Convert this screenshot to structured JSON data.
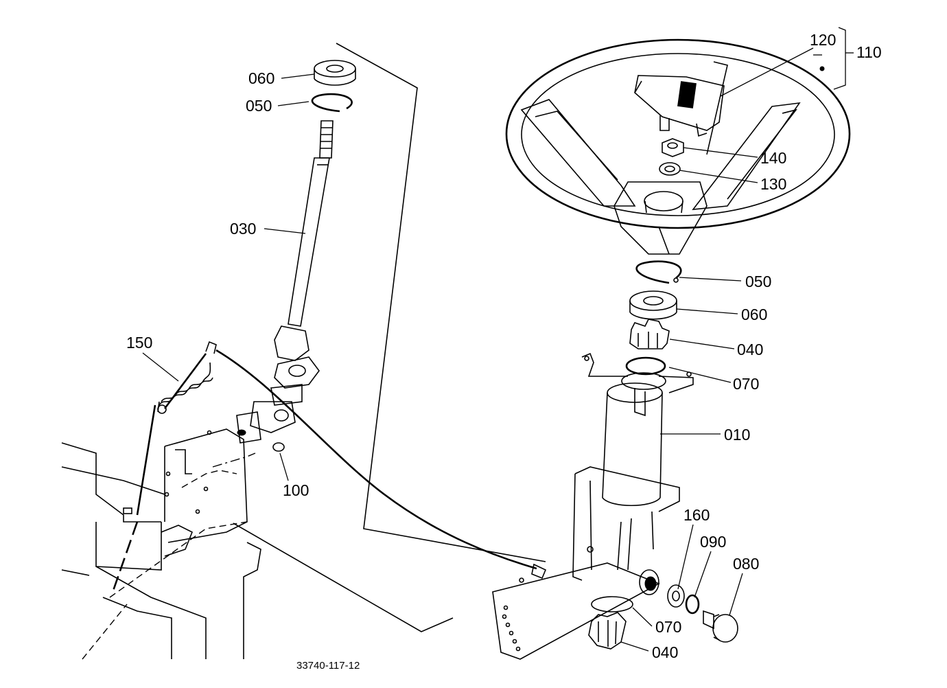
{
  "diagram": {
    "drawing_number": "33740-117-12",
    "callouts": {
      "p110": "110",
      "p120": "120",
      "p140": "140",
      "p130": "130",
      "p050_right": "050",
      "p060_right": "060",
      "p040_top": "040",
      "p070_top": "070",
      "p010": "010",
      "p160": "160",
      "p090": "090",
      "p080": "080",
      "p070_bottom": "070",
      "p040_bottom": "040",
      "p060_left": "060",
      "p050_left": "050",
      "p030": "030",
      "p150": "150",
      "p100": "100"
    }
  }
}
